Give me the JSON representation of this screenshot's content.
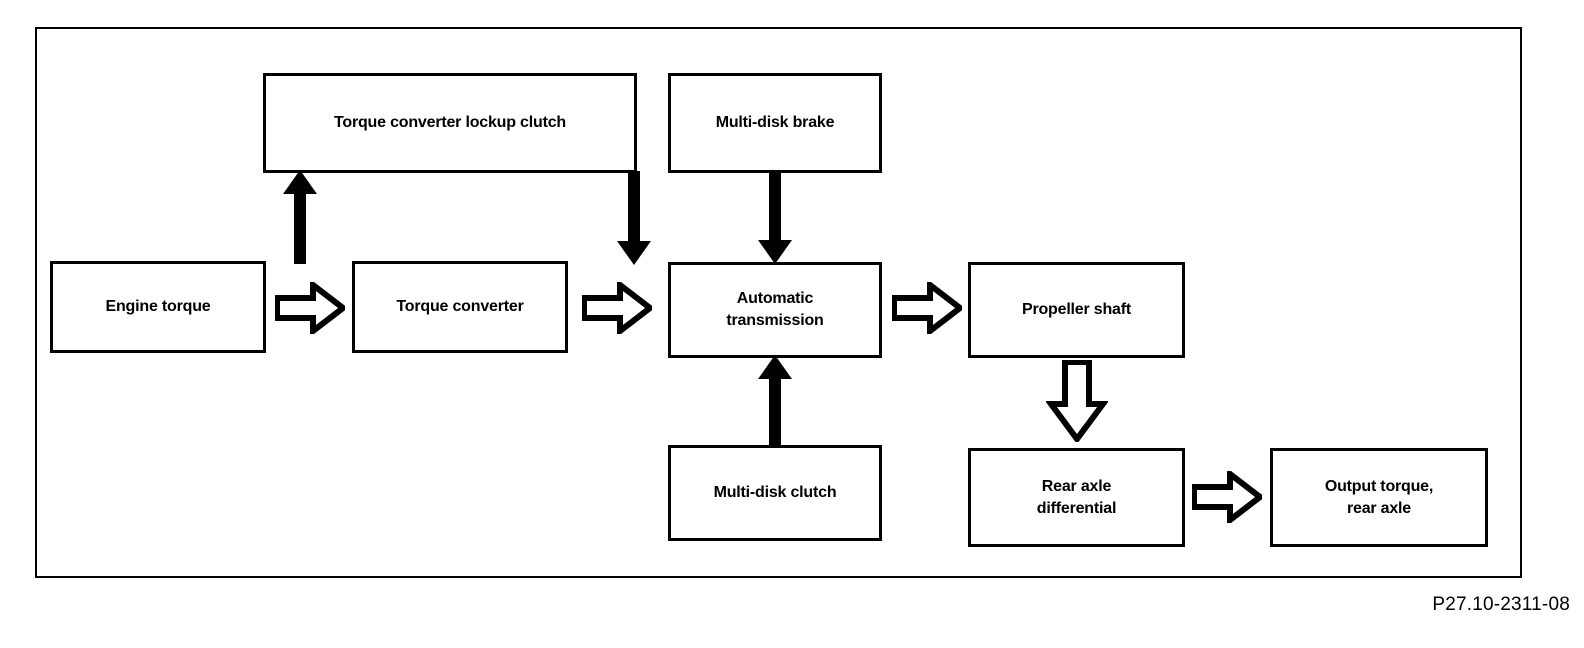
{
  "diagram": {
    "caption": "P27.10-2311-08",
    "frame": {
      "stroke": "#000000"
    },
    "nodes": [
      {
        "id": "torque-converter-lockup-clutch",
        "label": "Torque converter lockup clutch"
      },
      {
        "id": "multi-disk-brake",
        "label": "Multi-disk brake"
      },
      {
        "id": "engine-torque",
        "label": "Engine torque"
      },
      {
        "id": "torque-converter",
        "label": "Torque converter"
      },
      {
        "id": "automatic-transmission",
        "label": "Automatic\ntransmission"
      },
      {
        "id": "propeller-shaft",
        "label": "Propeller shaft"
      },
      {
        "id": "multi-disk-clutch",
        "label": "Multi-disk clutch"
      },
      {
        "id": "rear-axle-differential",
        "label": "Rear axle\ndifferential"
      },
      {
        "id": "output-torque-rear-axle",
        "label": "Output torque,\nrear axle"
      }
    ],
    "connectors": [
      {
        "id": "engine-to-converter",
        "style": "hollow-block-arrow",
        "direction": "right",
        "from": "engine-torque",
        "to": "torque-converter"
      },
      {
        "id": "converter-to-transmission",
        "style": "hollow-block-arrow",
        "direction": "right",
        "from": "torque-converter",
        "to": "automatic-transmission"
      },
      {
        "id": "transmission-to-propeller-shaft",
        "style": "hollow-block-arrow",
        "direction": "right",
        "from": "automatic-transmission",
        "to": "propeller-shaft"
      },
      {
        "id": "propeller-shaft-to-rear-axle-differential",
        "style": "hollow-block-arrow",
        "direction": "down",
        "from": "propeller-shaft",
        "to": "rear-axle-differential"
      },
      {
        "id": "rear-axle-differential-to-output-torque",
        "style": "hollow-block-arrow",
        "direction": "right",
        "from": "rear-axle-differential",
        "to": "output-torque-rear-axle"
      },
      {
        "id": "torque-converter-to-lockup-clutch",
        "style": "solid-arrow",
        "direction": "up",
        "from": "torque-converter",
        "to": "torque-converter-lockup-clutch"
      },
      {
        "id": "lockup-clutch-to-transmission",
        "style": "solid-arrow",
        "direction": "down",
        "from": "torque-converter-lockup-clutch",
        "to": "automatic-transmission"
      },
      {
        "id": "multi-disk-brake-to-transmission",
        "style": "solid-arrow",
        "direction": "down",
        "from": "multi-disk-brake",
        "to": "automatic-transmission"
      },
      {
        "id": "multi-disk-clutch-to-transmission",
        "style": "solid-arrow",
        "direction": "up",
        "from": "multi-disk-clutch",
        "to": "automatic-transmission"
      }
    ]
  }
}
